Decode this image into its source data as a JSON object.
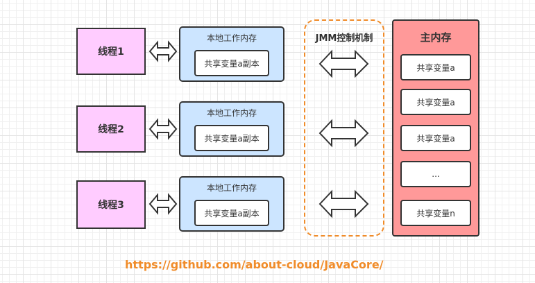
{
  "threads": [
    {
      "label": "线程1"
    },
    {
      "label": "线程2"
    },
    {
      "label": "线程3"
    }
  ],
  "local_memory": {
    "title": "本地工作内存",
    "copy_label": "共享变量a副本"
  },
  "jmm": {
    "title": "JMM控制机制"
  },
  "main_memory": {
    "title": "主内存",
    "variables": [
      "共享变量a",
      "共享变量a",
      "共享变量a",
      "...",
      "共享变量n"
    ]
  },
  "icons": {
    "arrow": "double-headed-arrow"
  },
  "colors": {
    "thread_fill": "#ffccff",
    "local_fill": "#cce5ff",
    "main_fill": "#ff9999",
    "jmm_border": "#f08c2a",
    "url_text": "#f08c2a"
  },
  "footer": {
    "url": "https://github.com/about-cloud/JavaCore/"
  }
}
